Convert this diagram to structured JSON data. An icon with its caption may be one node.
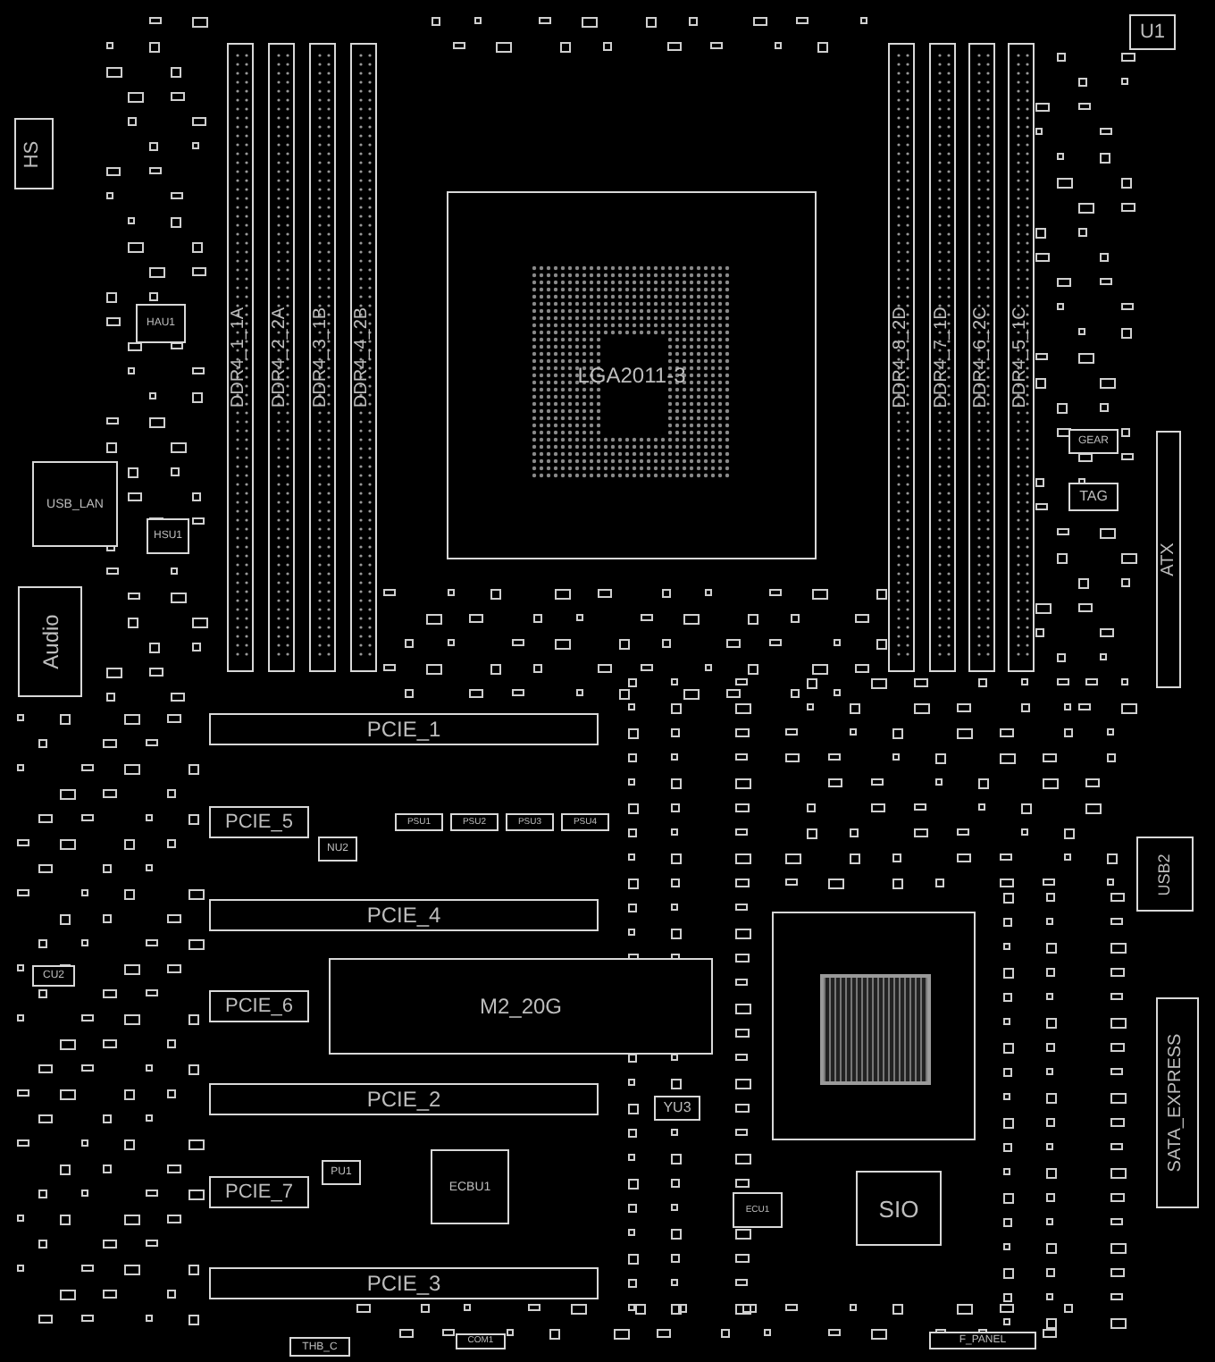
{
  "diagram": {
    "nodes": [
      {
        "text": [
          "HS"
        ]
      },
      {
        "text": [
          "HAU1"
        ]
      },
      {
        "text": [
          "USB_LAN"
        ]
      },
      {
        "text": [
          "HSU1"
        ]
      },
      {
        "text": [
          "Audio"
        ]
      },
      {
        "text": [
          "DDR4_1_1A"
        ]
      },
      {
        "text": [
          "DDR4_2_2A"
        ]
      },
      {
        "text": [
          "DDR4_3_1B"
        ]
      },
      {
        "text": [
          "DDR4_4_2B"
        ]
      },
      {
        "text": [
          "LGA2011-3"
        ]
      },
      {
        "text": [
          "DDR4_8_2D"
        ]
      },
      {
        "text": [
          "DDR4_7_1D"
        ]
      },
      {
        "text": [
          "DDR4_6_2C"
        ]
      },
      {
        "text": [
          "DDR4_5_1C"
        ]
      },
      {
        "text": [
          "U1"
        ]
      },
      {
        "text": [
          "GEAR"
        ]
      },
      {
        "text": [
          "TAG"
        ]
      },
      {
        "text": [
          "ATX"
        ]
      },
      {
        "text": [
          "PCIE_1"
        ]
      },
      {
        "text": [
          "PCIE_5"
        ]
      },
      {
        "text": [
          "PSU1"
        ]
      },
      {
        "text": [
          "PSU2"
        ]
      },
      {
        "text": [
          "PSU3"
        ]
      },
      {
        "text": [
          "PSU4"
        ]
      },
      {
        "text": [
          "NU2"
        ]
      },
      {
        "text": [
          "PCIE_4"
        ]
      },
      {
        "text": [
          "CU2"
        ]
      },
      {
        "text": [
          "M2_20G"
        ]
      },
      {
        "text": [
          "PCIE_6"
        ]
      },
      {
        "text": [
          "PCIE_2"
        ]
      },
      {
        "text": [
          "YU3"
        ]
      },
      {
        "text": [
          "PU1"
        ]
      },
      {
        "text": [
          "PCIE_7"
        ]
      },
      {
        "text": [
          "ECBU1"
        ]
      },
      {
        "text": [
          "SIO"
        ]
      },
      {
        "text": [
          "ECU1"
        ]
      },
      {
        "text": [
          "PCIE_3"
        ]
      },
      {
        "text": [
          "USB2"
        ]
      },
      {
        "text": [
          "SATA_EXPRESS"
        ]
      },
      {
        "text": [
          "F_PANEL"
        ]
      },
      {
        "text": [
          "COM1"
        ]
      },
      {
        "text": [
          "THB_C"
        ]
      }
    ]
  }
}
